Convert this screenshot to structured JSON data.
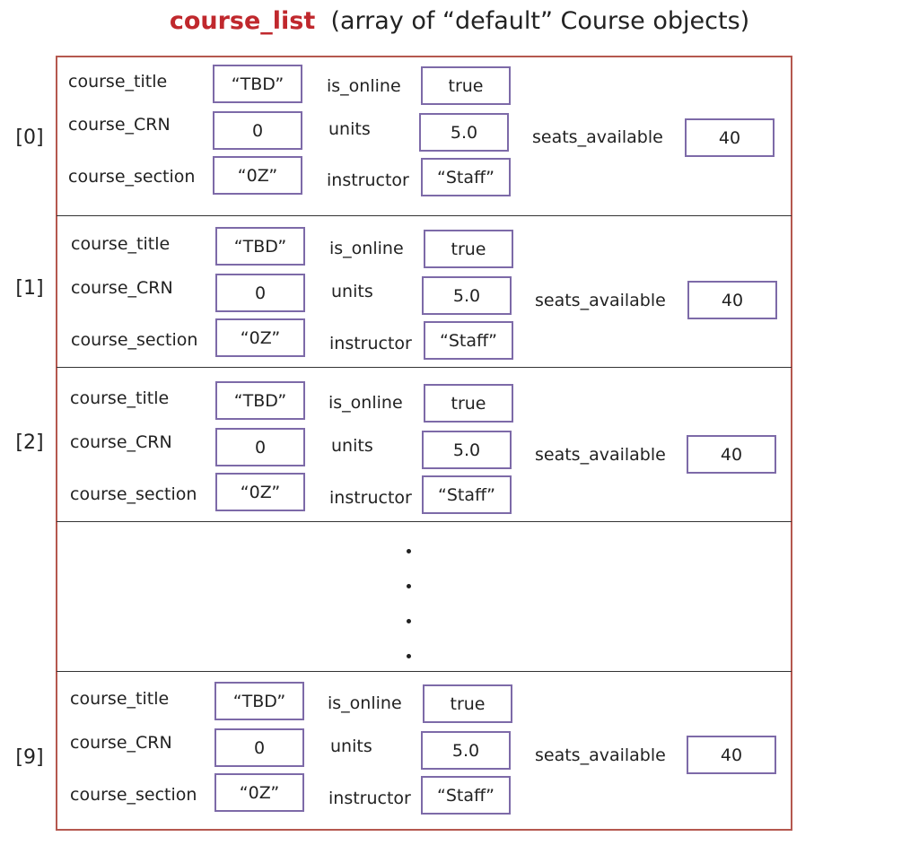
{
  "title": {
    "name": "course_list",
    "rest": "(array of “default” Course objects)"
  },
  "labels": {
    "course_title": "course_title",
    "course_crn": "course_CRN",
    "course_section": "course_section",
    "is_online": "is_online",
    "units": "units",
    "instructor": "instructor",
    "seats_available": "seats_available"
  },
  "rows": [
    {
      "index": "[0]",
      "course_title": "“TBD”",
      "course_crn": "0",
      "course_section": "“0Z”",
      "is_online": "true",
      "units": "5.0",
      "instructor": "“Staff”",
      "seats_available": "40"
    },
    {
      "index": "[1]",
      "course_title": "“TBD”",
      "course_crn": "0",
      "course_section": "“0Z”",
      "is_online": "true",
      "units": "5.0",
      "instructor": "“Staff”",
      "seats_available": "40"
    },
    {
      "index": "[2]",
      "course_title": "“TBD”",
      "course_crn": "0",
      "course_section": "“0Z”",
      "is_online": "true",
      "units": "5.0",
      "instructor": "“Staff”",
      "seats_available": "40"
    },
    {
      "index": "[9]",
      "course_title": "“TBD”",
      "course_crn": "0",
      "course_section": "“0Z”",
      "is_online": "true",
      "units": "5.0",
      "instructor": "“Staff”",
      "seats_available": "40"
    }
  ]
}
